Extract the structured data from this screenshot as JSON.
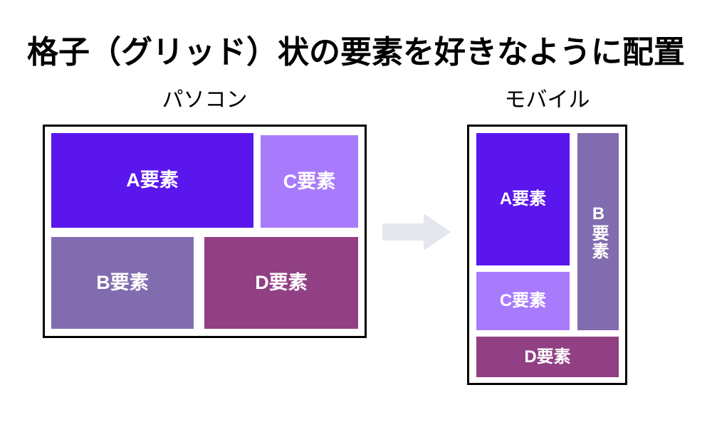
{
  "title": "格子（グリッド）状の要素を好きなように配置",
  "colors": {
    "element_a": "#5a16ec",
    "element_b": "#826cb0",
    "element_c": "#a87bfc",
    "element_d": "#914084",
    "frame_border": "#000000",
    "arrow": "#e4e7ee",
    "background": "#ffffff",
    "label_text": "#ffffff",
    "title_text": "#000000"
  },
  "desktop": {
    "caption": "パソコン",
    "cells": [
      {
        "id": "a",
        "label": "A要素",
        "color": "#5a16ec",
        "orientation": "horizontal"
      },
      {
        "id": "c",
        "label": "C要素",
        "color": "#a87bfc",
        "orientation": "horizontal"
      },
      {
        "id": "b",
        "label": "B要素",
        "color": "#826cb0",
        "orientation": "horizontal"
      },
      {
        "id": "d",
        "label": "D要素",
        "color": "#914084",
        "orientation": "horizontal"
      }
    ]
  },
  "mobile": {
    "caption": "モバイル",
    "cells": [
      {
        "id": "a",
        "label": "A要素",
        "color": "#5a16ec",
        "orientation": "horizontal"
      },
      {
        "id": "c",
        "label": "C要素",
        "color": "#a87bfc",
        "orientation": "horizontal"
      },
      {
        "id": "b",
        "label": "B要素",
        "color": "#826cb0",
        "orientation": "vertical"
      },
      {
        "id": "d",
        "label": "D要素",
        "color": "#914084",
        "orientation": "horizontal"
      }
    ]
  },
  "arrow": {
    "icon": "arrow-right-icon",
    "direction": "right"
  }
}
